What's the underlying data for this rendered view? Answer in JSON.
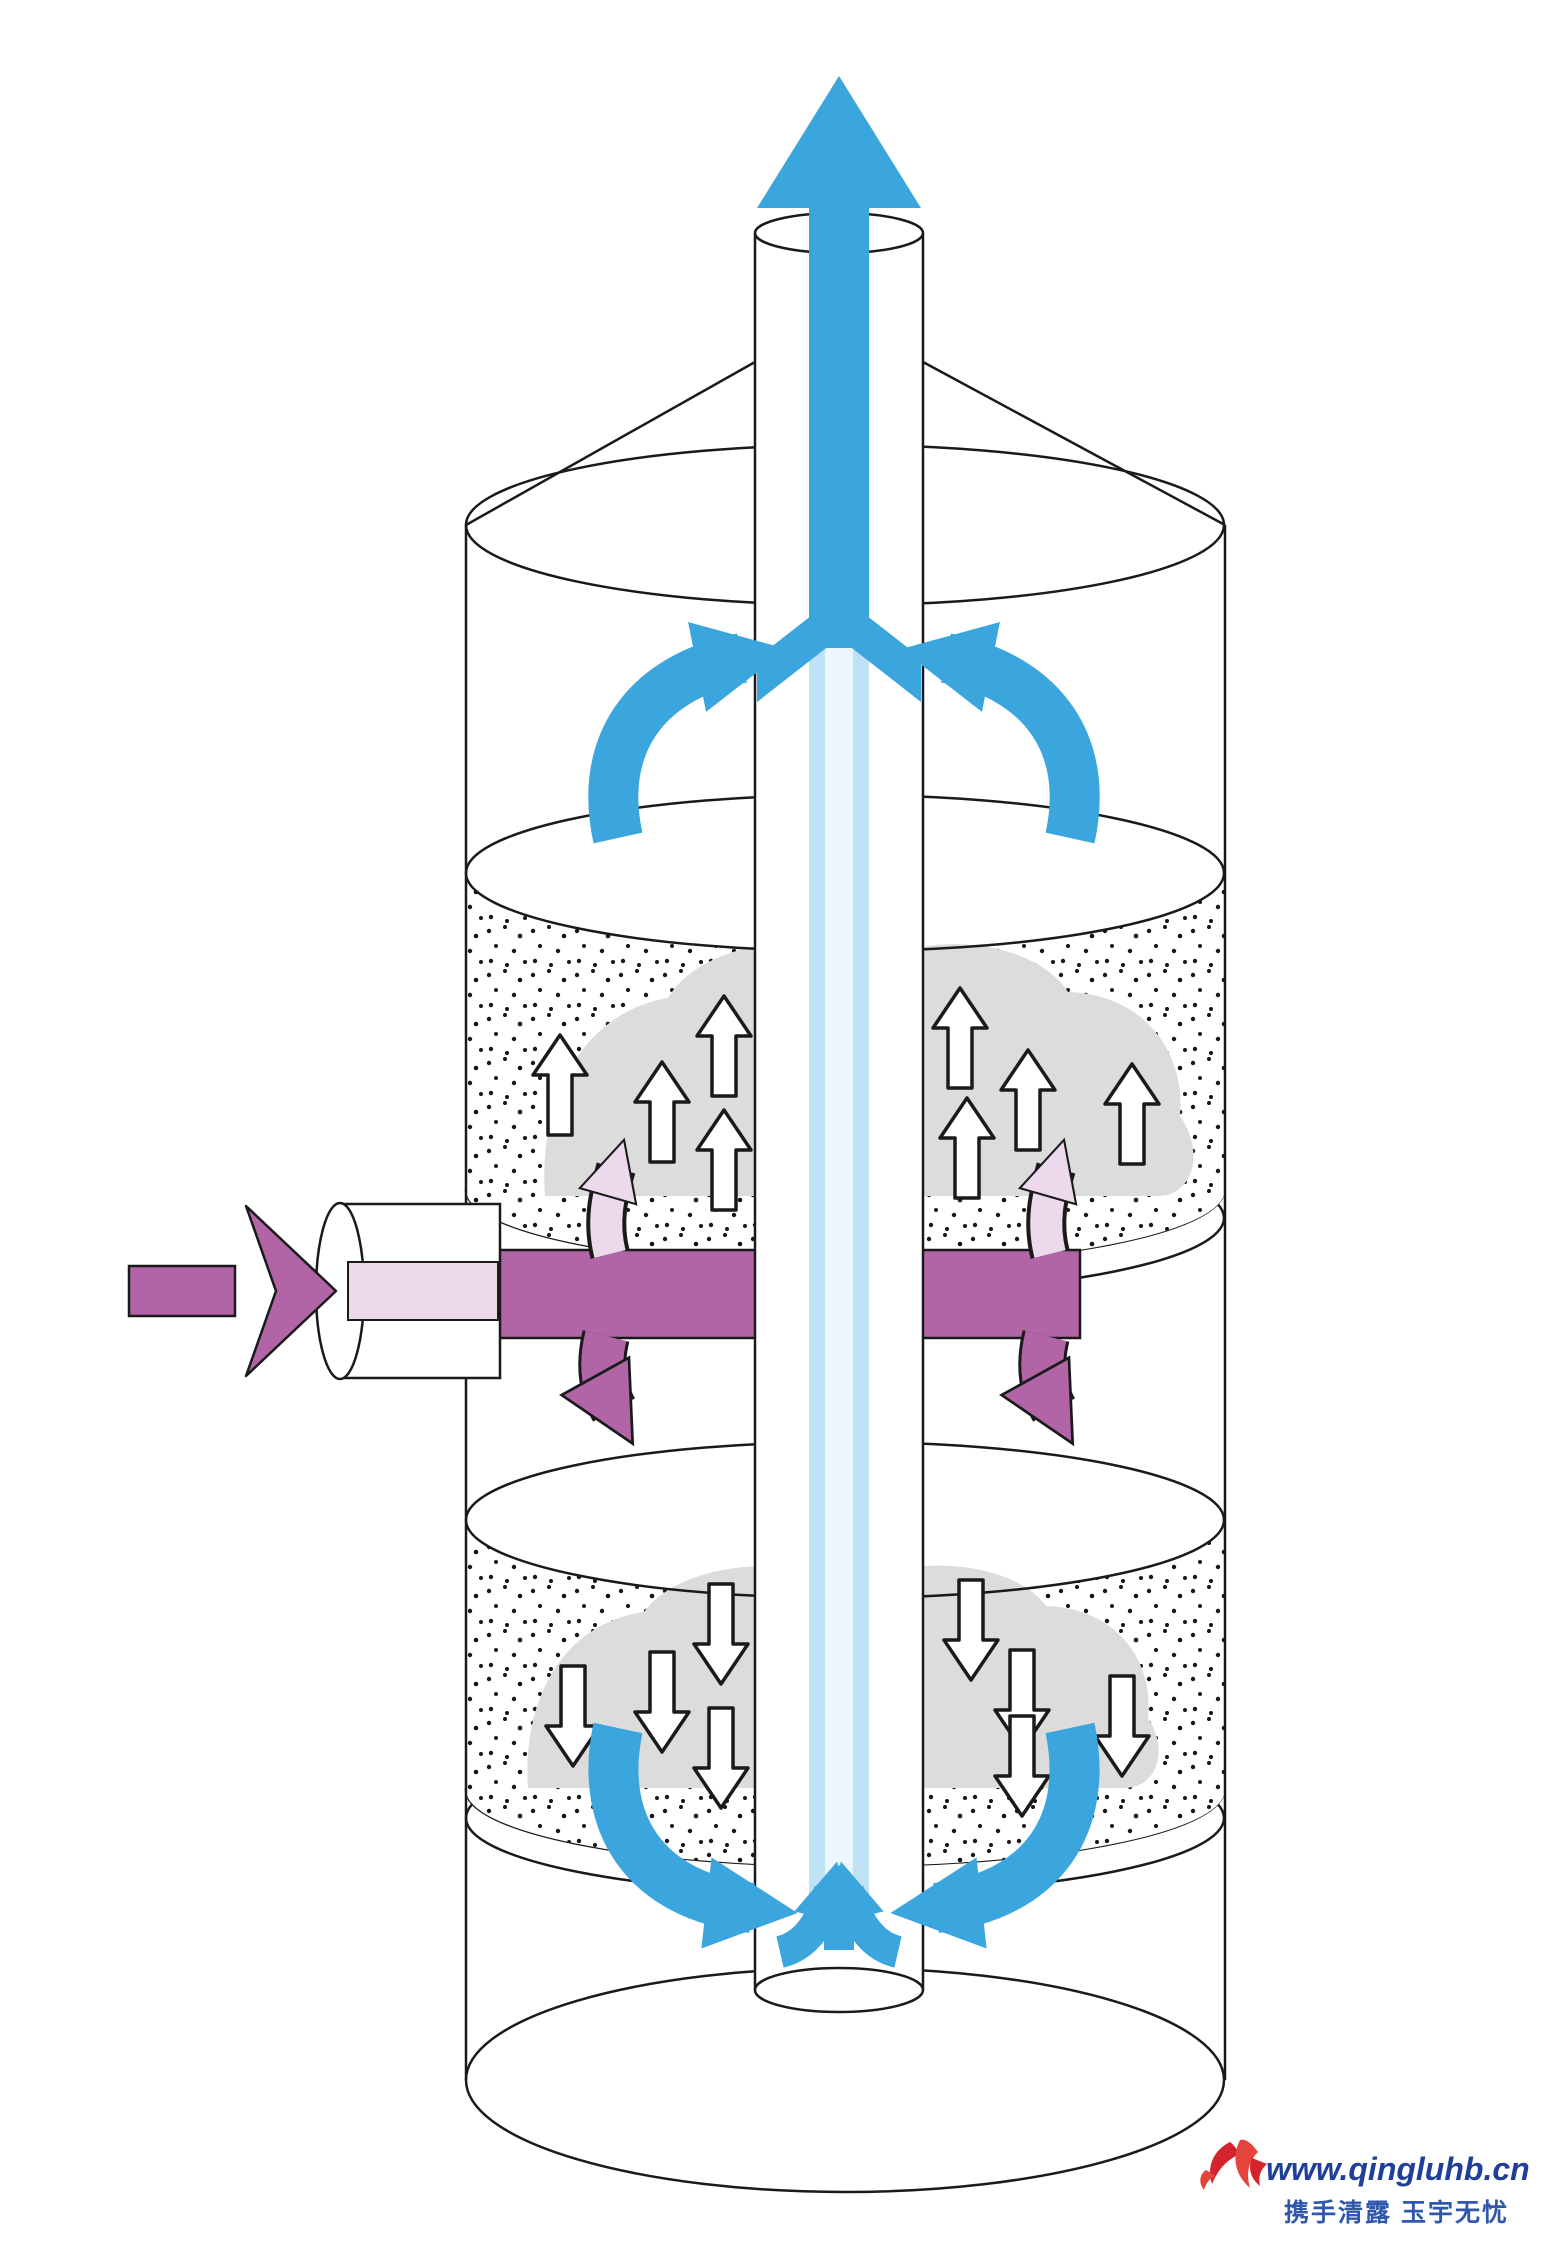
{
  "watermark": {
    "site": "www.qingluhb.cn",
    "slogan": "携手清露 玉宇无忧"
  },
  "icons": {
    "logo": "red-bird-icon",
    "outlet": "gas-outlet-up-arrow",
    "inlet": "gas-inlet-arrow",
    "bed_up": "bed-upflow-arrow",
    "bed_down": "bed-downflow-arrow",
    "recirculation": "curved-flow-arrow"
  },
  "colors": {
    "line": "#1a1a1a",
    "blue": "#3aa6dd",
    "streamLight": "#bfe2f5",
    "streamCore": "#ecf7fd",
    "magenta": "#b165a7",
    "pink": "#ecd9eb",
    "cloud": "#dcdcdc",
    "paper": "#ffffff",
    "brandBlue": "#1f3f9a",
    "brandBlue2": "#2f57ab",
    "brandRed": "#d5232e"
  }
}
